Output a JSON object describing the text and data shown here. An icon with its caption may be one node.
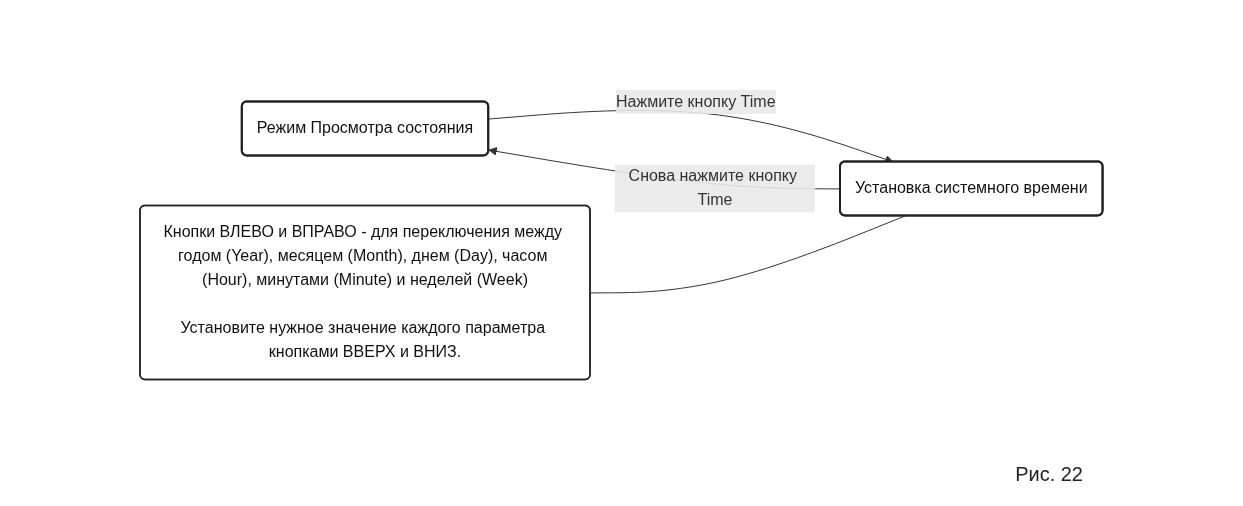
{
  "diagram": {
    "caption": "Рис. 22",
    "nodes": [
      {
        "text": [
          "Режим Просмотра состояния"
        ]
      },
      {
        "text": [
          "Установка системного времени"
        ]
      },
      {
        "text": [
          "Кнопки ВЛЕВО и ВПРАВО - для переключения между годом (Year), месяцем (Month), днем (Day), часом (Hour), минутами (Minute) и неделей (Week)",
          "Установите нужное значение каждого параметра кнопками ВВЕРХ и ВНИЗ."
        ]
      }
    ],
    "edges": [
      {
        "from": 0,
        "to": 1,
        "arrow": "to",
        "label": "Нажмите кнопку Time"
      },
      {
        "from": 1,
        "to": 0,
        "arrow": "to",
        "label": "Снова нажмите кнопку Time"
      },
      {
        "from": 2,
        "to": 1,
        "arrow": "none"
      }
    ]
  }
}
